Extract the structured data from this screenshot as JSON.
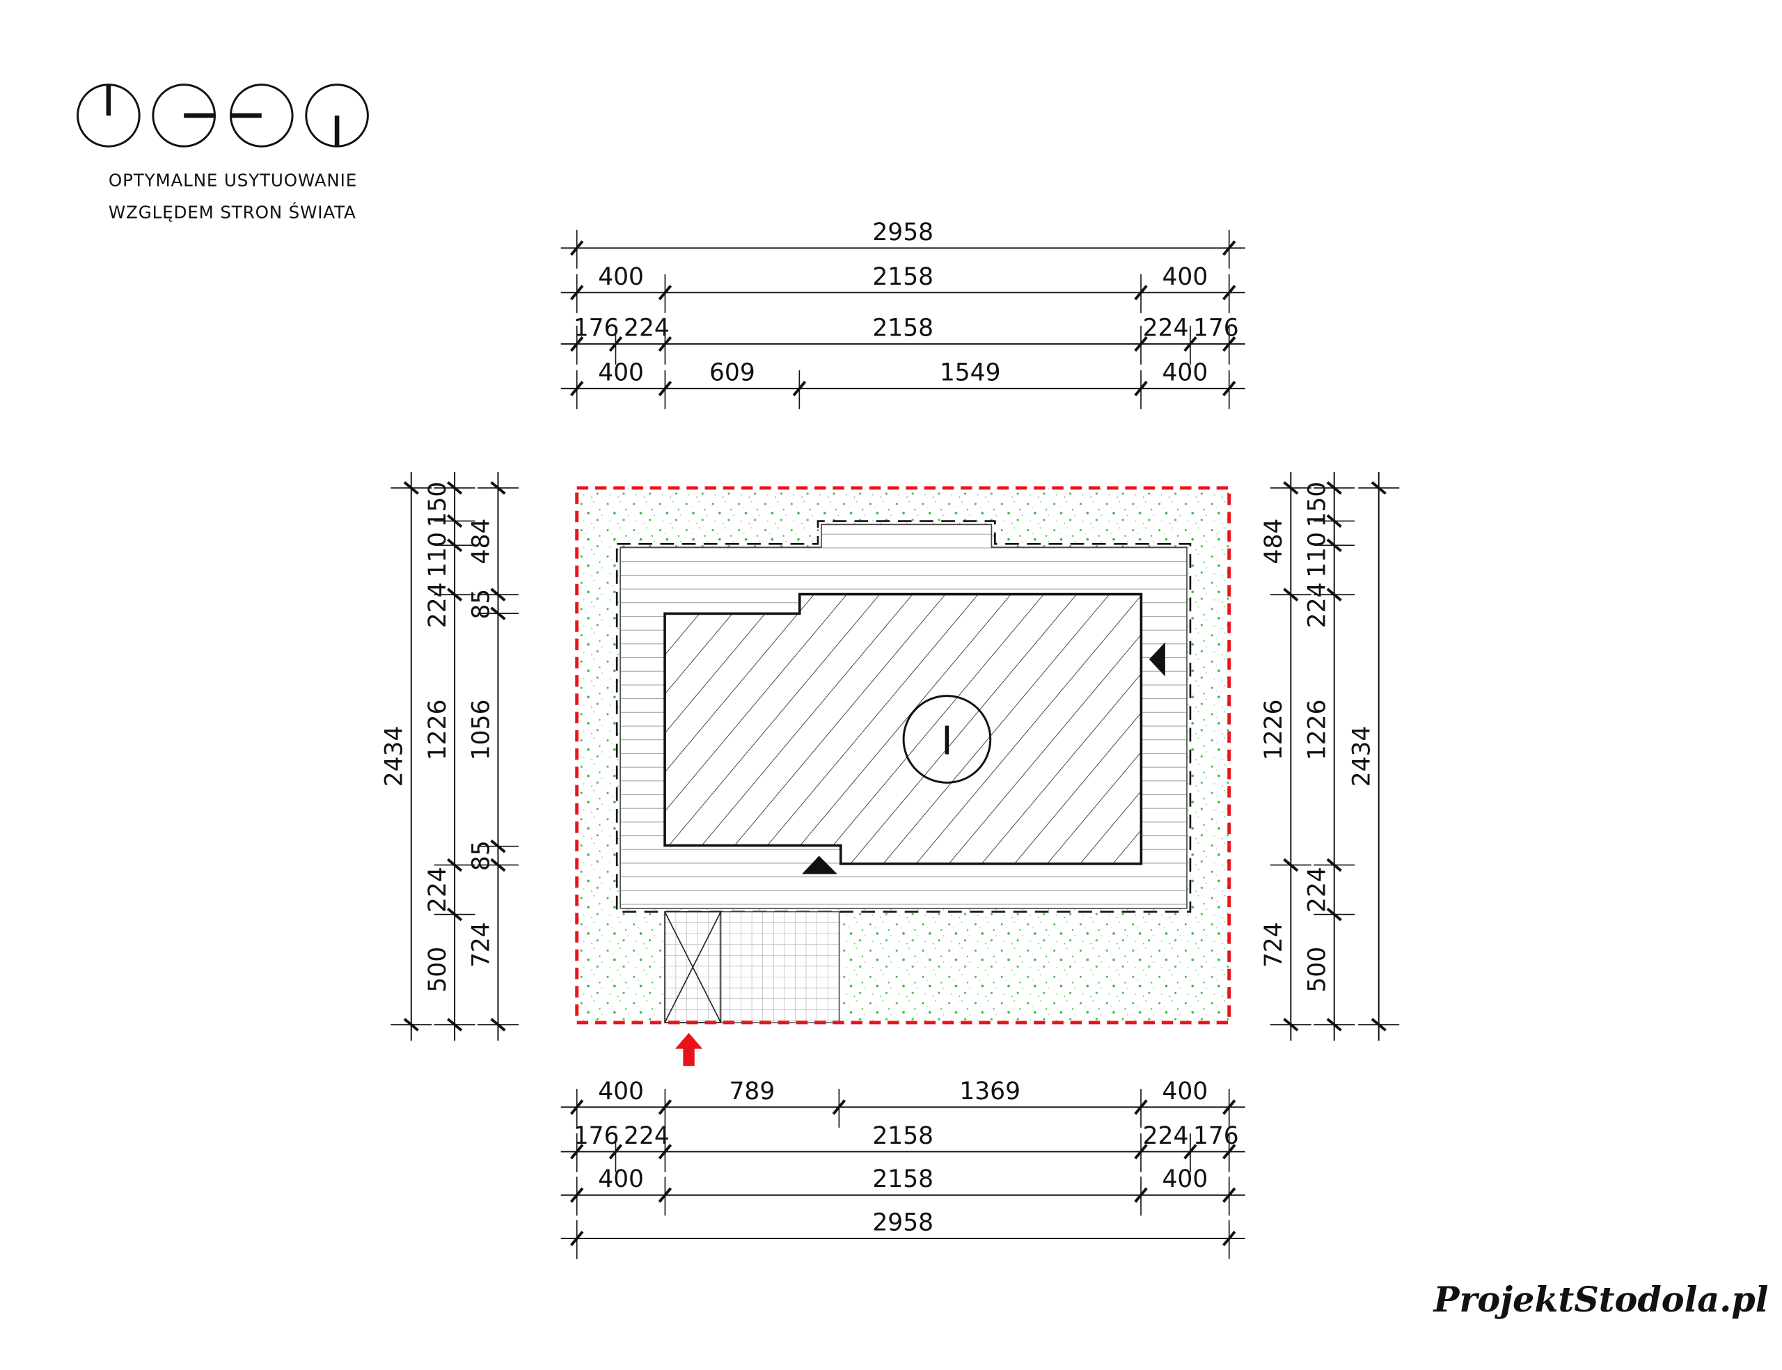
{
  "orientation": {
    "caption_line1": "OPTYMALNE USYTUOWANIE",
    "caption_line2": "WZGLĘDEM STRON ŚWIATA",
    "icons": [
      "orientation-north-icon",
      "orientation-east-icon",
      "orientation-west-icon",
      "orientation-south-icon"
    ]
  },
  "colors": {
    "plot_boundary": "#e8141b",
    "greenery": "#3cb83c",
    "entrance_arrow": "#e8141b",
    "line": "#111111"
  },
  "dimensions": {
    "top": [
      {
        "values": [
          2958
        ]
      },
      {
        "values": [
          400,
          2158,
          400
        ]
      },
      {
        "values": [
          176,
          224,
          2158,
          224,
          176
        ]
      },
      {
        "values": [
          400,
          609,
          1549,
          400
        ]
      }
    ],
    "bottom": [
      {
        "values": [
          400,
          789,
          1369,
          400
        ]
      },
      {
        "values": [
          176,
          224,
          2158,
          224,
          176
        ]
      },
      {
        "values": [
          400,
          2158,
          400
        ]
      },
      {
        "values": [
          2958
        ]
      }
    ],
    "left": [
      {
        "values": [
          2434
        ]
      },
      {
        "values": [
          150,
          110,
          224,
          1226,
          224,
          500
        ]
      },
      {
        "values": [
          484,
          85,
          1056,
          85,
          724
        ]
      }
    ],
    "right": [
      {
        "values": [
          484,
          1226,
          724
        ]
      },
      {
        "values": [
          150,
          110,
          224,
          1226,
          224,
          500
        ]
      },
      {
        "values": [
          2434
        ]
      }
    ]
  },
  "building_symbol": "I",
  "logo": "ProjektStodola.pl"
}
